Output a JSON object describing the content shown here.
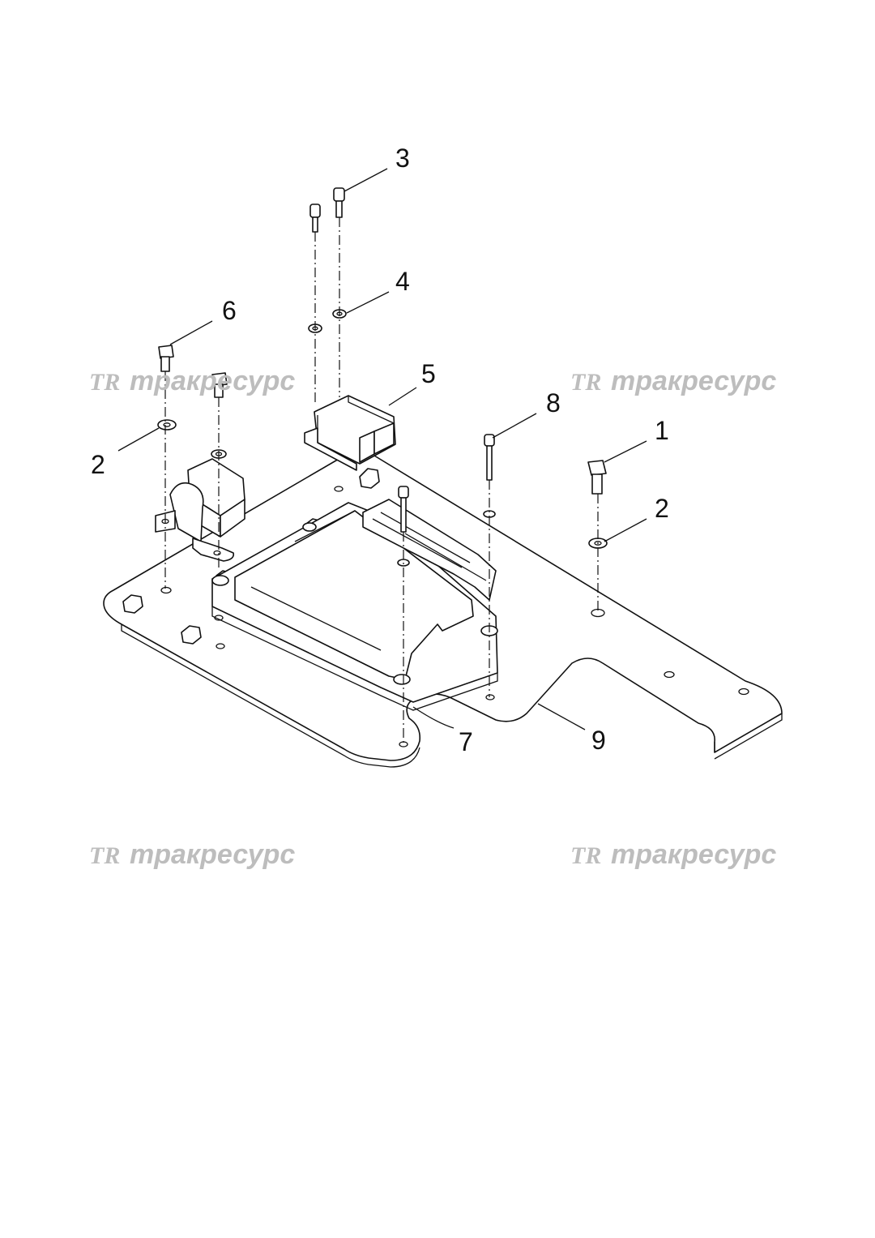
{
  "callouts": [
    {
      "id": "c1",
      "label": "1"
    },
    {
      "id": "c2a",
      "label": "2"
    },
    {
      "id": "c2b",
      "label": "2"
    },
    {
      "id": "c3",
      "label": "3"
    },
    {
      "id": "c4",
      "label": "4"
    },
    {
      "id": "c5",
      "label": "5"
    },
    {
      "id": "c6",
      "label": "6"
    },
    {
      "id": "c7",
      "label": "7"
    },
    {
      "id": "c8",
      "label": "8"
    },
    {
      "id": "c9",
      "label": "9"
    }
  ],
  "watermark": {
    "logo": "TR",
    "text": "тракресурс",
    "color": "#bdbdbd"
  }
}
